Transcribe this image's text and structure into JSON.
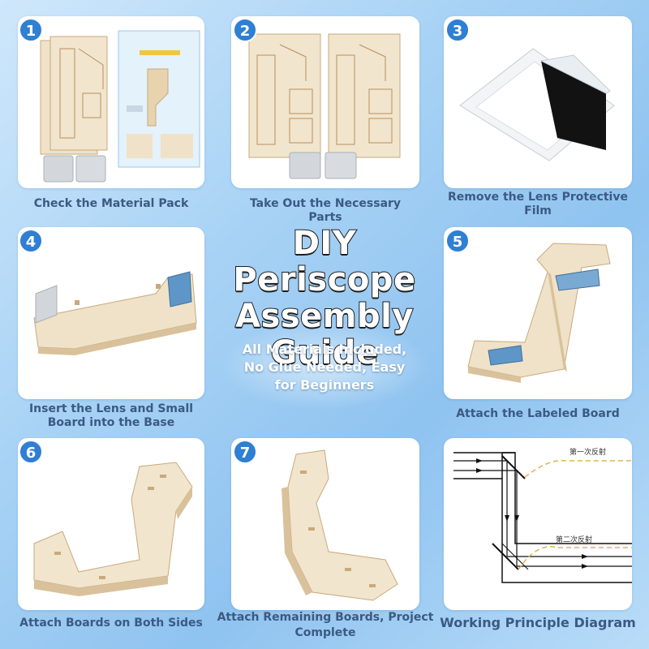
{
  "title": {
    "line1": "DIY Periscope",
    "line2": "Assembly",
    "line3": "Guide"
  },
  "subtitle": {
    "line1": "All Materials Included,",
    "line2": "No Glue Needed, Easy",
    "line3": "for Beginners"
  },
  "steps": [
    {
      "number": "1",
      "caption_line1": "Check the Material Pack",
      "caption_line2": ""
    },
    {
      "number": "2",
      "caption_line1": "Take Out the Necessary Parts",
      "caption_line2": ""
    },
    {
      "number": "3",
      "caption_line1": "Remove the Lens Protective",
      "caption_line2": "Film"
    },
    {
      "number": "4",
      "caption_line1": "Insert the Lens and Small",
      "caption_line2": "Board into the Base"
    },
    {
      "number": "5",
      "caption_line1": "Attach the Labeled Board",
      "caption_line2": ""
    },
    {
      "number": "6",
      "caption_line1": "Attach Boards on Both Sides",
      "caption_line2": ""
    },
    {
      "number": "7",
      "caption_line1": "Attach Remaining Boards, Project",
      "caption_line2": "Complete"
    },
    {
      "number": "",
      "caption_line1": "Working Principle Diagram",
      "caption_line2": ""
    }
  ],
  "diagram": {
    "label_first": "第一次反射",
    "label_second": "第二次反射"
  },
  "colors": {
    "accent": "#2f7fd3",
    "caption": "#3b5a83",
    "wood": "#eee0c6",
    "wood_edge": "#c9a97c"
  }
}
